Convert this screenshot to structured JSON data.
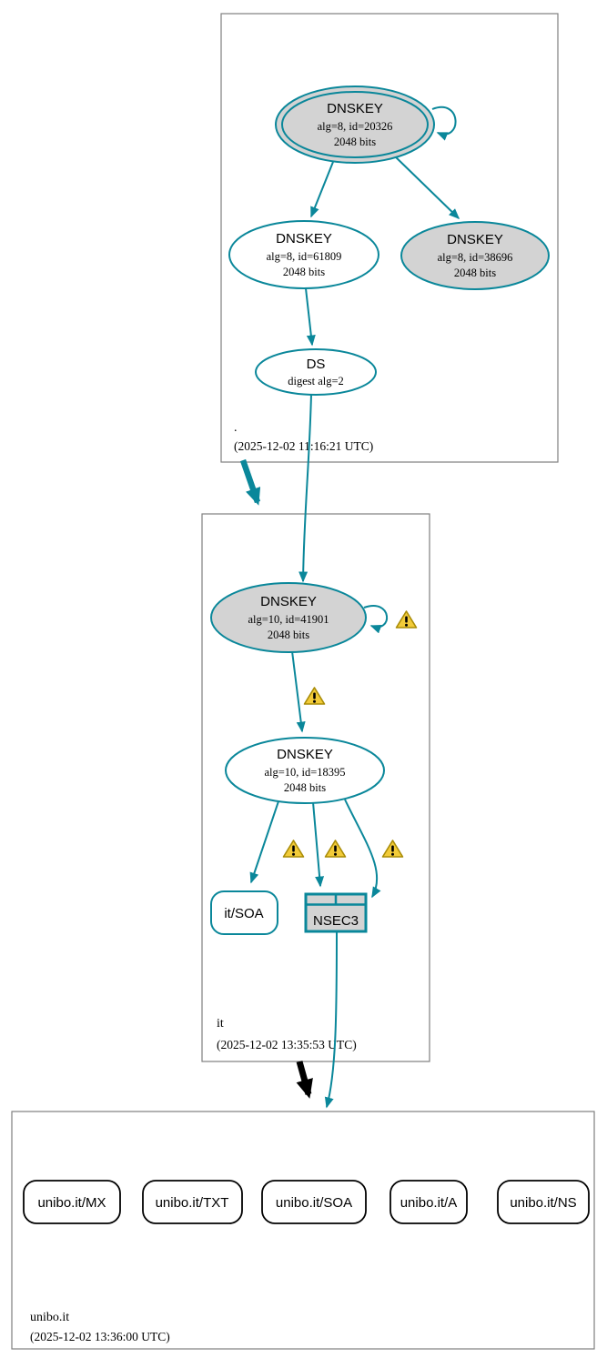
{
  "colors": {
    "secure_teal": "#0a879a",
    "node_gray_fill": "#d3d3d3",
    "warning_yellow": "#f2cb39",
    "warning_border": "#a98c07",
    "box_border_gray": "#7f7f7f",
    "black": "#000000"
  },
  "zones": [
    {
      "label": ".",
      "timestamp": "(2025-12-02 11:16:21 UTC)",
      "nodes": [
        {
          "title": "DNSKEY",
          "line1": "alg=8, id=20326",
          "line2": "2048 bits"
        },
        {
          "title": "DNSKEY",
          "line1": "alg=8, id=61809",
          "line2": "2048 bits"
        },
        {
          "title": "DNSKEY",
          "line1": "alg=8, id=38696",
          "line2": "2048 bits"
        },
        {
          "title": "DS",
          "line1": "digest alg=2"
        }
      ]
    },
    {
      "label": "it",
      "timestamp": "(2025-12-02 13:35:53 UTC)",
      "nodes": [
        {
          "title": "DNSKEY",
          "line1": "alg=10, id=41901",
          "line2": "2048 bits"
        },
        {
          "title": "DNSKEY",
          "line1": "alg=10, id=18395",
          "line2": "2048 bits"
        },
        {
          "title": "it/SOA"
        },
        {
          "title": "NSEC3"
        }
      ]
    },
    {
      "label": "unibo.it",
      "timestamp": "(2025-12-02 13:36:00 UTC)",
      "nodes": [
        {
          "title": "unibo.it/MX"
        },
        {
          "title": "unibo.it/TXT"
        },
        {
          "title": "unibo.it/SOA"
        },
        {
          "title": "unibo.it/A"
        },
        {
          "title": "unibo.it/NS"
        }
      ]
    }
  ]
}
